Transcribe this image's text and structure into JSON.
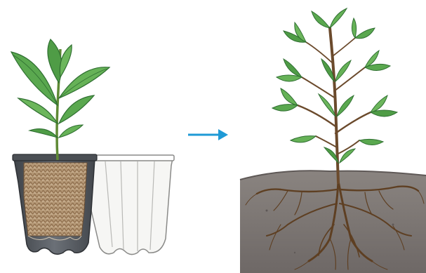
{
  "scene": {
    "left_panel": "seedling-in-tray",
    "right_panel": "transplanted-tree-in-soil",
    "arrow_direction": "right"
  },
  "colors": {
    "arrow": "#1f9ad6",
    "leaf": "#5aa84f",
    "leaf_dark": "#2f7a36",
    "leaf_light": "#8cc878",
    "stem": "#6a8f3c",
    "trunk": "#6b4a2c",
    "soil": "#7d7774",
    "soil_dark": "#5f5957",
    "root": "#6a4a2a",
    "tray_dark": "#555a60",
    "tray_light": "#f4f4f2",
    "root_plug": "#a78b6a"
  },
  "icons": {
    "arrow": "right-arrow-icon"
  }
}
